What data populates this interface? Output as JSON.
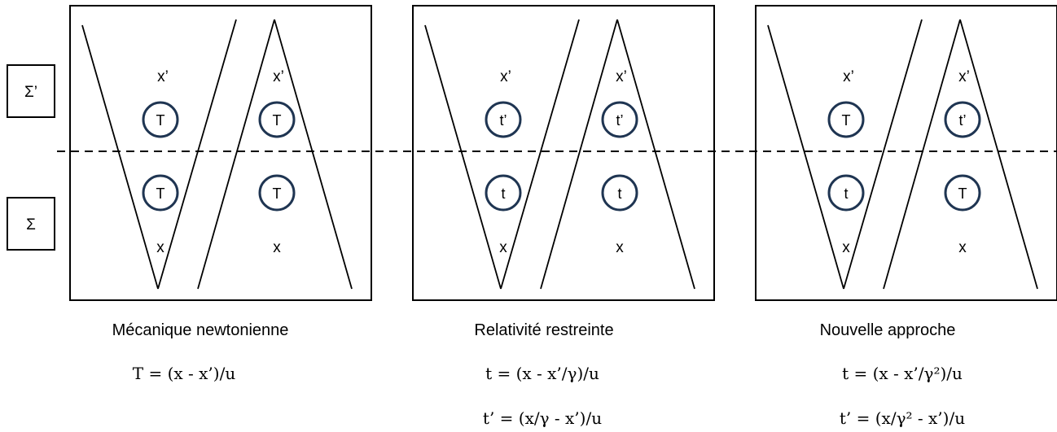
{
  "frames": {
    "upper": "Σ’",
    "lower": "Σ"
  },
  "panels": [
    {
      "caption": "Mécanique newtonienne",
      "equations": [
        "T = (x - x’)/u"
      ],
      "left": {
        "top_label": "x’",
        "upper_clock": "T",
        "lower_clock": "T",
        "bottom_label": "x"
      },
      "right": {
        "top_label": "x’",
        "upper_clock": "T",
        "lower_clock": "T",
        "bottom_label": "x"
      }
    },
    {
      "caption": "Relativité restreinte",
      "equations": [
        "t = (x - x’/γ)/u",
        "t’ = (x/γ - x’)/u"
      ],
      "left": {
        "top_label": "x’",
        "upper_clock": "t’",
        "lower_clock": "t",
        "bottom_label": "x"
      },
      "right": {
        "top_label": "x’",
        "upper_clock": "t’",
        "lower_clock": "t",
        "bottom_label": "x"
      }
    },
    {
      "caption": "Nouvelle approche",
      "equations": [
        "t = (x - x’/γ²)/u",
        "t’ = (x/γ² - x’)/u"
      ],
      "left": {
        "top_label": "x’",
        "upper_clock": "T",
        "lower_clock": "t",
        "bottom_label": "x"
      },
      "right": {
        "top_label": "x’",
        "upper_clock": "t’",
        "lower_clock": "T",
        "bottom_label": "x"
      }
    }
  ]
}
